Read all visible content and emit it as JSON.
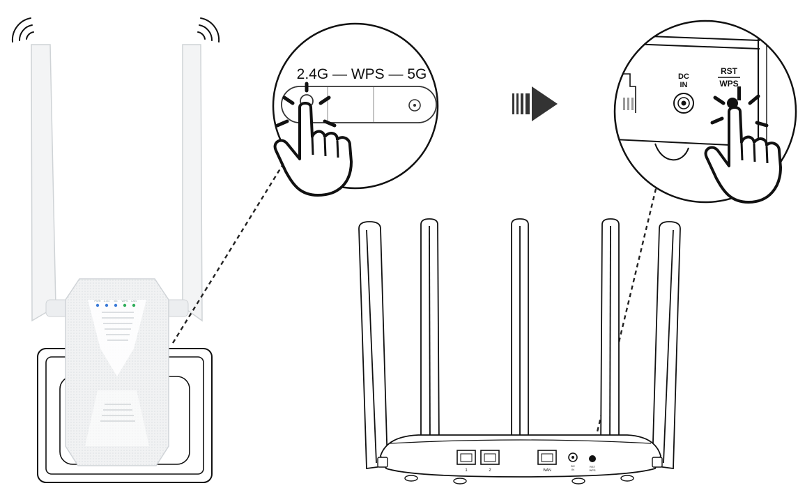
{
  "zoom_left": {
    "band_label": "2.4G — WPS — 5G"
  },
  "zoom_right": {
    "dc_line1": "DC",
    "dc_line2": "IN",
    "rst_label": "RST",
    "wps_label": "WPS"
  },
  "extender": {
    "led_labels": [
      "PWR",
      "2.4G",
      "5G",
      "WPS",
      "LAN"
    ],
    "led_colors": [
      "#3b7bd8",
      "#3b7bd8",
      "#3b7bd8",
      "#2fae5a",
      "#2fae5a"
    ]
  },
  "router": {
    "port_labels": [
      "1",
      "2",
      "WAN"
    ]
  },
  "colors": {
    "line": "#111111",
    "device_white": "#f4f5f6",
    "device_shadow": "#d9dcdf",
    "arrow": "#333333"
  }
}
